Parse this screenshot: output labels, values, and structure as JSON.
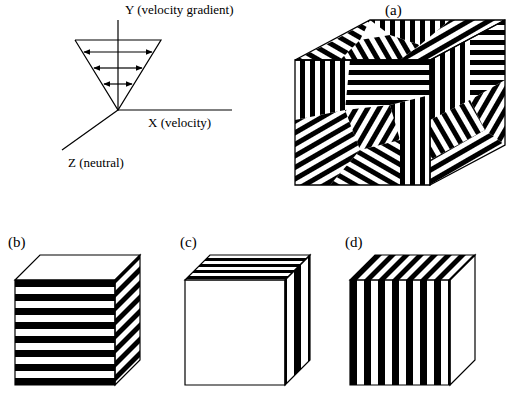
{
  "diagram": {
    "labels": [
      "Y (velocity gradient)",
      "(a)",
      "X (velocity)",
      "Z (neutral)",
      "(b)",
      "(c)",
      "(d)"
    ]
  }
}
